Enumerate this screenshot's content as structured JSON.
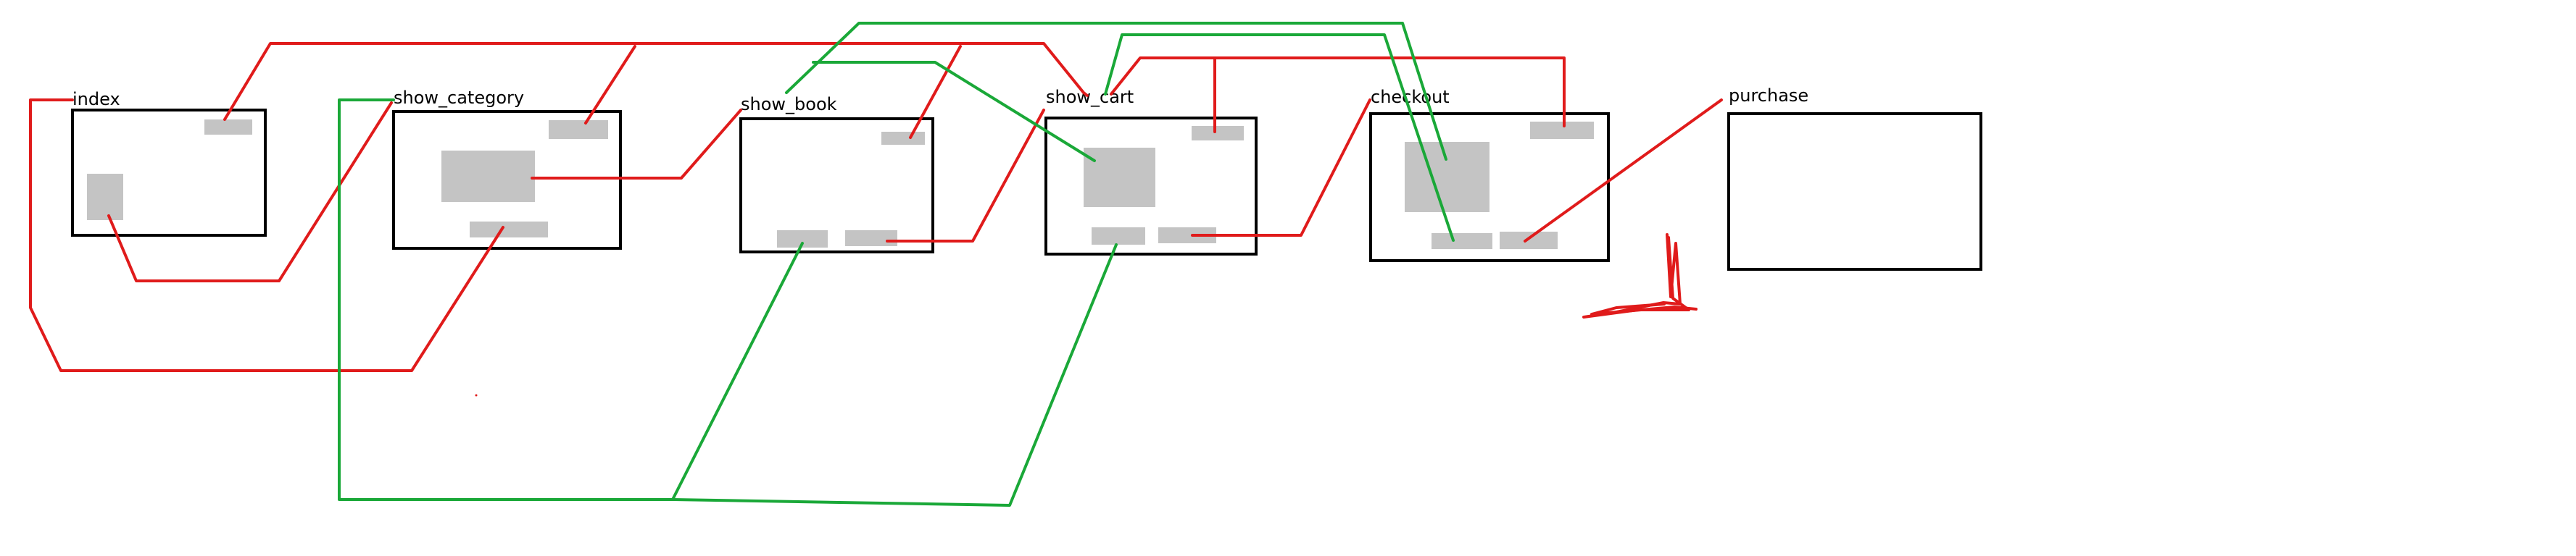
{
  "pages": {
    "index": "index",
    "show_category": "show_category",
    "show_book": "show_book",
    "show_cart": "show_cart",
    "checkout": "checkout",
    "purchase": "purchase"
  },
  "colors": {
    "frame": "#000000",
    "widget": "#c4c4c4",
    "red_link": "#e01b1b",
    "green_link": "#1aa838",
    "background": "#ffffff"
  }
}
